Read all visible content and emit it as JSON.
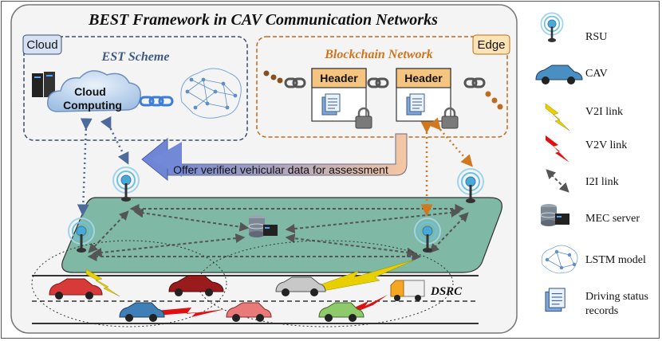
{
  "title": "BEST Framework in CAV Communication Networks",
  "cloud": {
    "tag": "Cloud",
    "scheme": "EST Scheme",
    "computing_line1": "Cloud",
    "computing_line2": "Computing"
  },
  "edge": {
    "tag": "Edge",
    "network": "Blockchain Network",
    "blocks": [
      "Header",
      "Header"
    ]
  },
  "offer_arrow_text": "Offer verified vehicular data for assessment",
  "dsrc_label": "DSRC",
  "legend": [
    {
      "label": "RSU",
      "icon": "rsu-icon"
    },
    {
      "label": "CAV",
      "icon": "car-icon"
    },
    {
      "label": "V2I link",
      "icon": "lightning-yellow-icon"
    },
    {
      "label": "V2V link",
      "icon": "lightning-red-icon"
    },
    {
      "label": "I2I link",
      "icon": "double-arrow-icon"
    },
    {
      "label": "MEC server",
      "icon": "server-icon"
    },
    {
      "label": "LSTM model",
      "icon": "neural-net-icon"
    },
    {
      "label": "Driving status",
      "label2": "records",
      "icon": "document-icon"
    }
  ],
  "colors": {
    "cloud_border": "#3a4e6e",
    "edge_border": "#c06b1a",
    "scheme_text": "#3d5a80",
    "network_text": "#d2741c",
    "road_platform": "#7fb8a4",
    "block_fill": "#f5c47f",
    "chain_gray": "#555555",
    "arrow_blue": "#6a7fd0",
    "arrow_peach": "#f6c6a0",
    "v2i_yellow": "#e8d000",
    "v2v_red": "#e01010"
  }
}
